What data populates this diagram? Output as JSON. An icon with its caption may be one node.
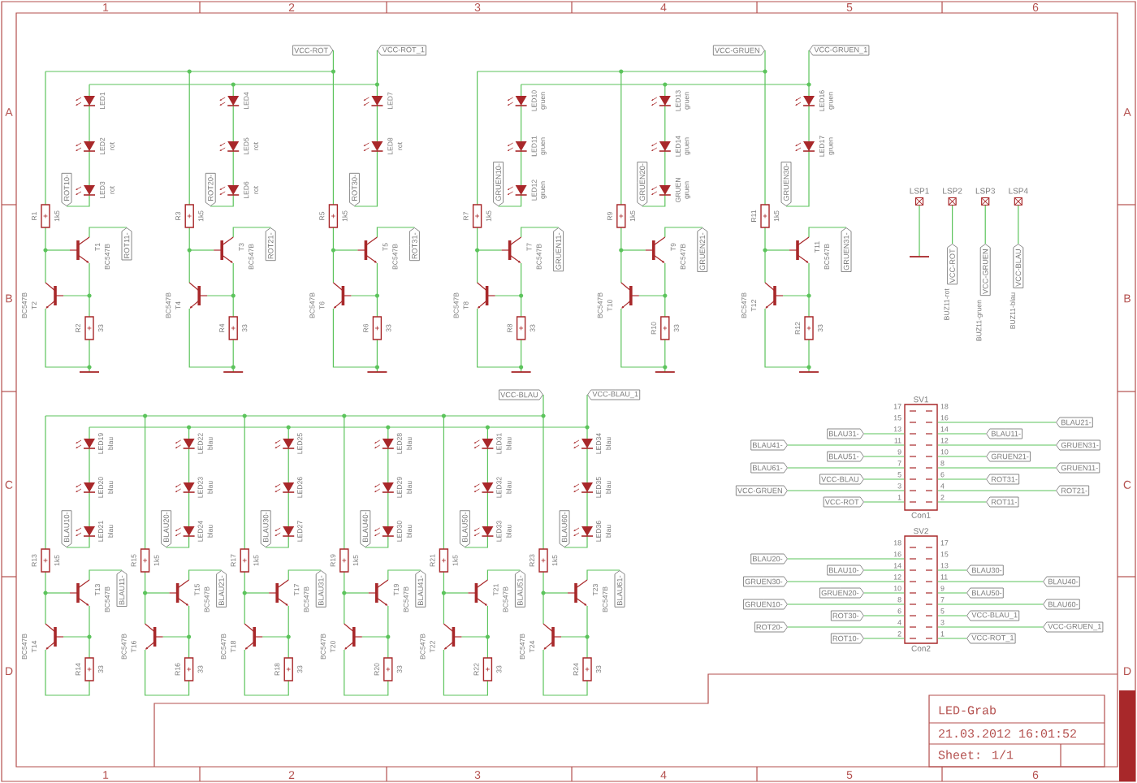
{
  "diagram": {
    "nodes": [
      {
        "text": [
          "VCC-ROT"
        ]
      },
      {
        "text": [
          "VCC-ROT_1"
        ]
      },
      {
        "text": [
          "VCC-GRUEN"
        ]
      },
      {
        "text": [
          "VCC-GRUEN_1"
        ]
      },
      {
        "text": [
          "ROT10-"
        ]
      },
      {
        "text": [
          "ROT11-"
        ]
      },
      {
        "text": [
          "ROT20-"
        ]
      },
      {
        "text": [
          "ROT21-"
        ]
      },
      {
        "text": [
          "ROT30-"
        ]
      },
      {
        "text": [
          "ROT31-"
        ]
      },
      {
        "text": [
          "GRUEN10-"
        ]
      },
      {
        "text": [
          "GRUEN11-"
        ]
      },
      {
        "text": [
          "GRUEN20-"
        ]
      },
      {
        "text": [
          "GRUEN21-"
        ]
      },
      {
        "text": [
          "GRUEN30-"
        ]
      },
      {
        "text": [
          "GRUEN31-"
        ]
      },
      {
        "text": [
          "LSP1"
        ]
      },
      {
        "text": [
          "LSP2"
        ]
      },
      {
        "text": [
          "LSP3"
        ]
      },
      {
        "text": [
          "LSP4"
        ]
      },
      {
        "text": [
          "VCC-ROT"
        ],
        "beside": [
          "BUZ11-rot"
        ]
      },
      {
        "text": [
          "VCC-GRUEN"
        ],
        "beside": [
          "BUZ11-gruen"
        ]
      },
      {
        "text": [
          "VCC-BLAU"
        ],
        "beside": [
          "BUZ11-blau"
        ]
      },
      {
        "text": [
          "VCC-BLAU"
        ]
      },
      {
        "text": [
          "VCC-BLAU_1"
        ]
      },
      {
        "text": [
          "BLAU10-"
        ]
      },
      {
        "text": [
          "BLAU11-"
        ]
      },
      {
        "text": [
          "BLAU20-"
        ]
      },
      {
        "text": [
          "BLAU21-"
        ]
      },
      {
        "text": [
          "BLAU30-"
        ]
      },
      {
        "text": [
          "BLAU31-"
        ]
      },
      {
        "text": [
          "BLAU40-"
        ]
      },
      {
        "text": [
          "BLAU41-"
        ]
      },
      {
        "text": [
          "BLAU50-"
        ]
      },
      {
        "text": [
          "BLAU51-"
        ]
      },
      {
        "text": [
          "BLAU60-"
        ]
      },
      {
        "text": [
          "BLAU61-"
        ]
      },
      {
        "text": [
          "SV1",
          "Con1"
        ]
      },
      {
        "text": [
          "BLAU21-"
        ]
      },
      {
        "text": [
          "BLAU31-"
        ]
      },
      {
        "text": [
          "BLAU11-"
        ]
      },
      {
        "text": [
          "BLAU41-"
        ]
      },
      {
        "text": [
          "GRUEN31-"
        ]
      },
      {
        "text": [
          "BLAU51-"
        ]
      },
      {
        "text": [
          "GRUEN21-"
        ]
      },
      {
        "text": [
          "BLAU61-"
        ]
      },
      {
        "text": [
          "GRUEN11-"
        ]
      },
      {
        "text": [
          "VCC-BLAU"
        ]
      },
      {
        "text": [
          "ROT31-"
        ]
      },
      {
        "text": [
          "VCC-GRUEN"
        ]
      },
      {
        "text": [
          "ROT21-"
        ]
      },
      {
        "text": [
          "VCC-ROT"
        ]
      },
      {
        "text": [
          "ROT11-"
        ]
      },
      {
        "text": [
          "SV2",
          "Con2"
        ]
      },
      {
        "text": [
          "BLAU20-"
        ]
      },
      {
        "text": [
          "BLAU10-"
        ]
      },
      {
        "text": [
          "BLAU30-"
        ]
      },
      {
        "text": [
          "GRUEN30-"
        ]
      },
      {
        "text": [
          "BLAU40-"
        ]
      },
      {
        "text": [
          "GRUEN20-"
        ]
      },
      {
        "text": [
          "BLAU50-"
        ]
      },
      {
        "text": [
          "GRUEN10-"
        ]
      },
      {
        "text": [
          "BLAU60-"
        ]
      },
      {
        "text": [
          "ROT30-"
        ]
      },
      {
        "text": [
          "VCC-BLAU_1"
        ]
      },
      {
        "text": [
          "ROT20-"
        ]
      },
      {
        "text": [
          "VCC-GRUEN_1"
        ]
      },
      {
        "text": [
          "ROT10-"
        ]
      },
      {
        "text": [
          "VCC-ROT_1"
        ]
      }
    ],
    "edges": [
      {
        "from": 38,
        "to": 37,
        "arrow": "none"
      },
      {
        "from": 39,
        "to": 37,
        "arrow": "none"
      },
      {
        "from": 40,
        "to": 37,
        "arrow": "none"
      },
      {
        "from": 41,
        "to": 37,
        "arrow": "none"
      },
      {
        "from": 42,
        "to": 37,
        "arrow": "none"
      },
      {
        "from": 43,
        "to": 37,
        "arrow": "none"
      },
      {
        "from": 44,
        "to": 37,
        "arrow": "none"
      },
      {
        "from": 45,
        "to": 37,
        "arrow": "none"
      },
      {
        "from": 46,
        "to": 37,
        "arrow": "none"
      },
      {
        "from": 47,
        "to": 37,
        "arrow": "none"
      },
      {
        "from": 48,
        "to": 37,
        "arrow": "none"
      },
      {
        "from": 49,
        "to": 37,
        "arrow": "none"
      },
      {
        "from": 50,
        "to": 37,
        "arrow": "none"
      },
      {
        "from": 51,
        "to": 37,
        "arrow": "none"
      },
      {
        "from": 52,
        "to": 37,
        "arrow": "none"
      },
      {
        "from": 54,
        "to": 53,
        "arrow": "none"
      },
      {
        "from": 55,
        "to": 53,
        "arrow": "none"
      },
      {
        "from": 56,
        "to": 53,
        "arrow": "none"
      },
      {
        "from": 57,
        "to": 53,
        "arrow": "none"
      },
      {
        "from": 58,
        "to": 53,
        "arrow": "none"
      },
      {
        "from": 59,
        "to": 53,
        "arrow": "none"
      },
      {
        "from": 60,
        "to": 53,
        "arrow": "none"
      },
      {
        "from": 61,
        "to": 53,
        "arrow": "none"
      },
      {
        "from": 62,
        "to": 53,
        "arrow": "none"
      },
      {
        "from": 63,
        "to": 53,
        "arrow": "none"
      },
      {
        "from": 64,
        "to": 53,
        "arrow": "none"
      },
      {
        "from": 65,
        "to": 53,
        "arrow": "none"
      },
      {
        "from": 66,
        "to": 53,
        "arrow": "none"
      },
      {
        "from": 67,
        "to": 53,
        "arrow": "none"
      },
      {
        "from": 68,
        "to": 53,
        "arrow": "none"
      },
      {
        "from": 17,
        "to": 20,
        "arrow": "none"
      },
      {
        "from": 18,
        "to": 21,
        "arrow": "none"
      },
      {
        "from": 19,
        "to": 22,
        "arrow": "none"
      }
    ],
    "labels": [
      "1",
      "2",
      "3",
      "4",
      "5",
      "6",
      "A",
      "B",
      "C",
      "D",
      "A",
      "B",
      "C",
      "D",
      "1",
      "2",
      "3",
      "4",
      "5",
      "6",
      "LED-Grab",
      "21.03.2012 16:01:52",
      "Sheet: 1/1",
      "LED1",
      "LED2",
      "rot",
      "LED3",
      "rot",
      "R1",
      "1k5",
      "R2",
      "33",
      "T1",
      "BC547B",
      "T2",
      "BC547B",
      "LED4",
      "LED5",
      "rot",
      "LED6",
      "rot",
      "R3",
      "1k5",
      "R4",
      "33",
      "T3",
      "BC547B",
      "T4",
      "BC547B",
      "LED7",
      "LED8",
      "rot",
      "R5",
      "1k5",
      "R6",
      "33",
      "T5",
      "BC547B",
      "T6",
      "BC547B",
      "LED10",
      "gruen",
      "LED11",
      "gruen",
      "LED12",
      "gruen",
      "R7",
      "1k5",
      "R8",
      "33",
      "T7",
      "BC547B",
      "T8",
      "BC547B",
      "LED13",
      "gruen",
      "LED14",
      "gruen",
      "GRUEN",
      "gruen",
      "R9",
      "1k5",
      "R10",
      "33",
      "T9",
      "BC547B",
      "T10",
      "BC547B",
      "LED16",
      "gruen",
      "LED17",
      "gruen",
      "R11",
      "1k5",
      "R12",
      "33",
      "T11",
      "BC547B",
      "T12",
      "BC547B",
      "LED19",
      "blau",
      "LED20",
      "blau",
      "LED21",
      "blau",
      "R13",
      "1k5",
      "R14",
      "33",
      "T13",
      "BC547B",
      "T14",
      "BC547B",
      "LED22",
      "blau",
      "LED23",
      "blau",
      "LED24",
      "blau",
      "R15",
      "1k5",
      "R16",
      "33",
      "T15",
      "BC547B",
      "T16",
      "BC547B",
      "LED25",
      "LED26",
      "LED27",
      "R17",
      "1k5",
      "R18",
      "33",
      "T17",
      "BC547B",
      "T18",
      "BC547B",
      "LED28",
      "blau",
      "LED29",
      "blau",
      "LED30",
      "blau",
      "R19",
      "1k5",
      "R20",
      "33",
      "T19",
      "BC547B",
      "T20",
      "BC547B",
      "LED31",
      "blau",
      "LED32",
      "blau",
      "LED33",
      "blau",
      "R21",
      "1k5",
      "R22",
      "33",
      "T21",
      "BC547B",
      "T22",
      "BC547B",
      "LED34",
      "blau",
      "LED35",
      "blau",
      "LED36",
      "blau",
      "R23",
      "1k5",
      "R24",
      "33",
      "T23",
      "BC547B",
      "T24",
      "BC547B",
      "17",
      "18",
      "15",
      "16",
      "13",
      "14",
      "11",
      "12",
      "9",
      "10",
      "7",
      "8",
      "5",
      "6",
      "3",
      "4",
      "1",
      "2",
      "18",
      "17",
      "16",
      "15",
      "14",
      "13",
      "12",
      "11",
      "10",
      "9",
      "8",
      "7",
      "6",
      "5",
      "4",
      "3",
      "2",
      "1"
    ]
  }
}
